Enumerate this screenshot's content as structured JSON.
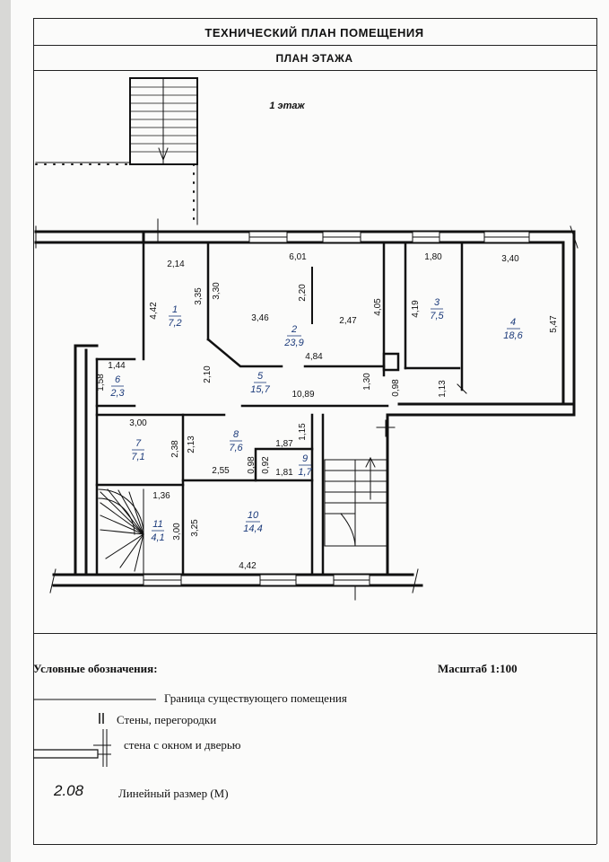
{
  "header": {
    "title": "ТЕХНИЧЕСКИЙ ПЛАН ПОМЕЩЕНИЯ",
    "subtitle": "ПЛАН ЭТАЖА"
  },
  "plan": {
    "floor_label": "1 этаж",
    "rooms": [
      {
        "number": "1",
        "area": "7,2"
      },
      {
        "number": "2",
        "area": "23,9"
      },
      {
        "number": "3",
        "area": "7,5"
      },
      {
        "number": "4",
        "area": "18,6"
      },
      {
        "number": "5",
        "area": "15,7"
      },
      {
        "number": "6",
        "area": "2,3"
      },
      {
        "number": "7",
        "area": "7,1"
      },
      {
        "number": "8",
        "area": "7,6"
      },
      {
        "number": "9",
        "area": "1,7"
      },
      {
        "number": "10",
        "area": "14,4"
      },
      {
        "number": "11",
        "area": "4,1"
      }
    ],
    "dimensions": {
      "d_2_14": "2,14",
      "d_6_01": "6,01",
      "d_1_80": "1,80",
      "d_3_40": "3,40",
      "d_4_42": "4,42",
      "d_3_35": "3,35",
      "d_3_30": "3,30",
      "d_2_20": "2,20",
      "d_3_46": "3,46",
      "d_2_47": "2,47",
      "d_4_05": "4,05",
      "d_4_19": "4,19",
      "d_5_47": "5,47",
      "d_4_84": "4,84",
      "d_1_44": "1,44",
      "d_1_58": "1,58",
      "d_2_10": "2,10",
      "d_10_89": "10,89",
      "d_1_30": "1,30",
      "d_0_98a": "0,98",
      "d_1_13": "1,13",
      "d_3_00a": "3,00",
      "d_1_15": "1,15",
      "d_2_38": "2,38",
      "d_2_13": "2,13",
      "d_1_87": "1,87",
      "d_0_98b": "0,98",
      "d_0_92": "0,92",
      "d_2_55": "2,55",
      "d_1_81": "1,81",
      "d_1_36": "1,36",
      "d_3_00b": "3,00",
      "d_3_25": "3,25",
      "d_4_42b": "4,42"
    }
  },
  "legend": {
    "title": "Условные обозначения:",
    "scale": "Масштаб 1:100",
    "items": {
      "boundary": "Граница существующего помещения",
      "walls": "Стены, перегородки",
      "window_door": "стена с окном и дверью",
      "dimension": "Линейный размер (М)"
    },
    "dimension_sample": "2.08"
  }
}
